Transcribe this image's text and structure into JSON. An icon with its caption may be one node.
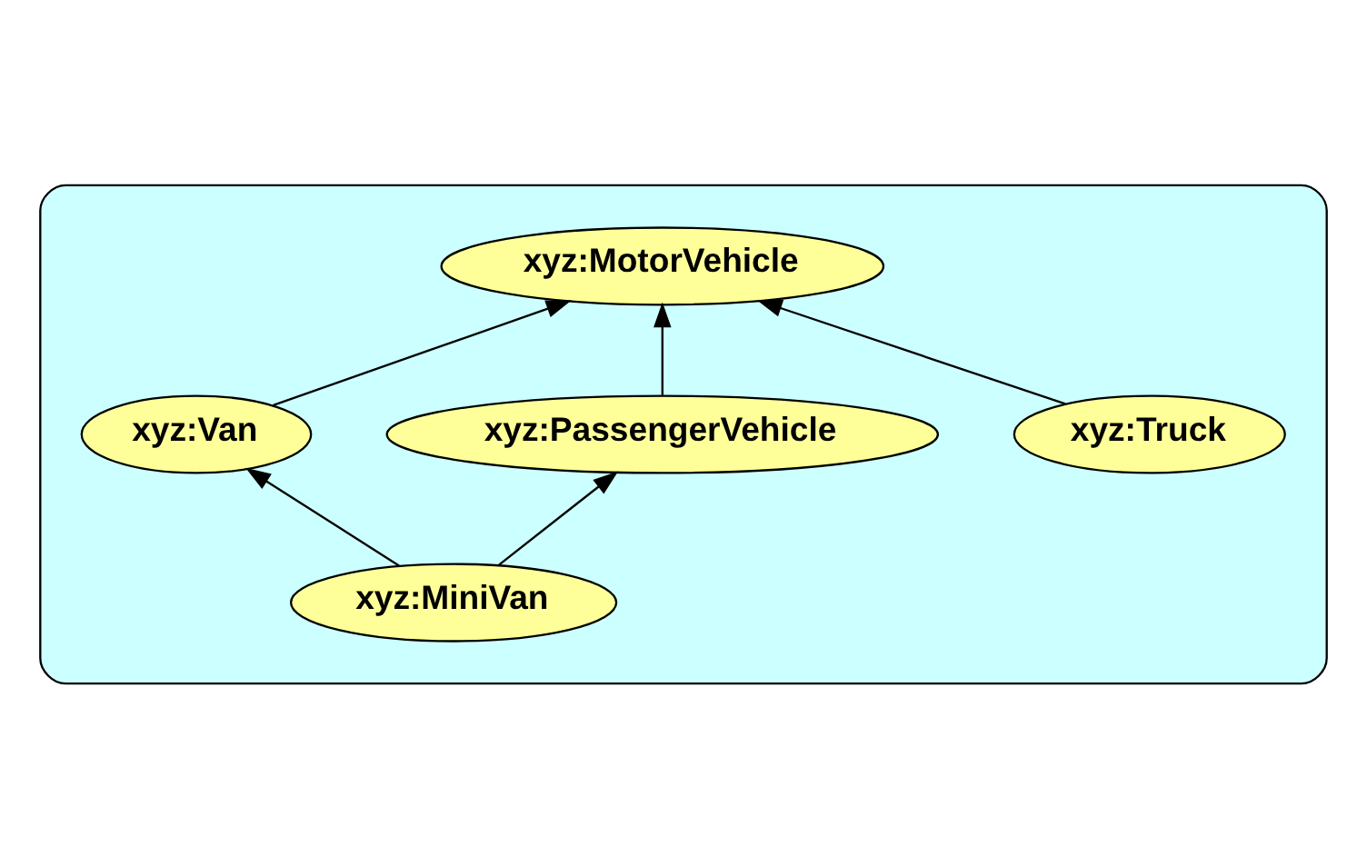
{
  "diagram": {
    "nodes": [
      {
        "text": [],
        "shape": "box"
      },
      {
        "text": [
          "xyz:MotorVehicle"
        ],
        "in": 0
      },
      {
        "text": [
          "xyz:Van"
        ],
        "in": 0
      },
      {
        "text": [
          "xyz:Truck"
        ],
        "in": 0
      },
      {
        "text": [
          "xyz:PassengerVehicle"
        ],
        "in": 0
      },
      {
        "text": [
          "xyz:MiniVan"
        ],
        "in": 0
      }
    ],
    "edges": [
      {
        "from": 2,
        "to": 1,
        "arrow": "to"
      },
      {
        "from": 4,
        "to": 1,
        "arrow": "to"
      },
      {
        "from": 3,
        "to": 1,
        "arrow": "to"
      },
      {
        "from": 5,
        "to": 2,
        "arrow": "to"
      },
      {
        "from": 5,
        "to": 4,
        "arrow": "to"
      }
    ]
  }
}
